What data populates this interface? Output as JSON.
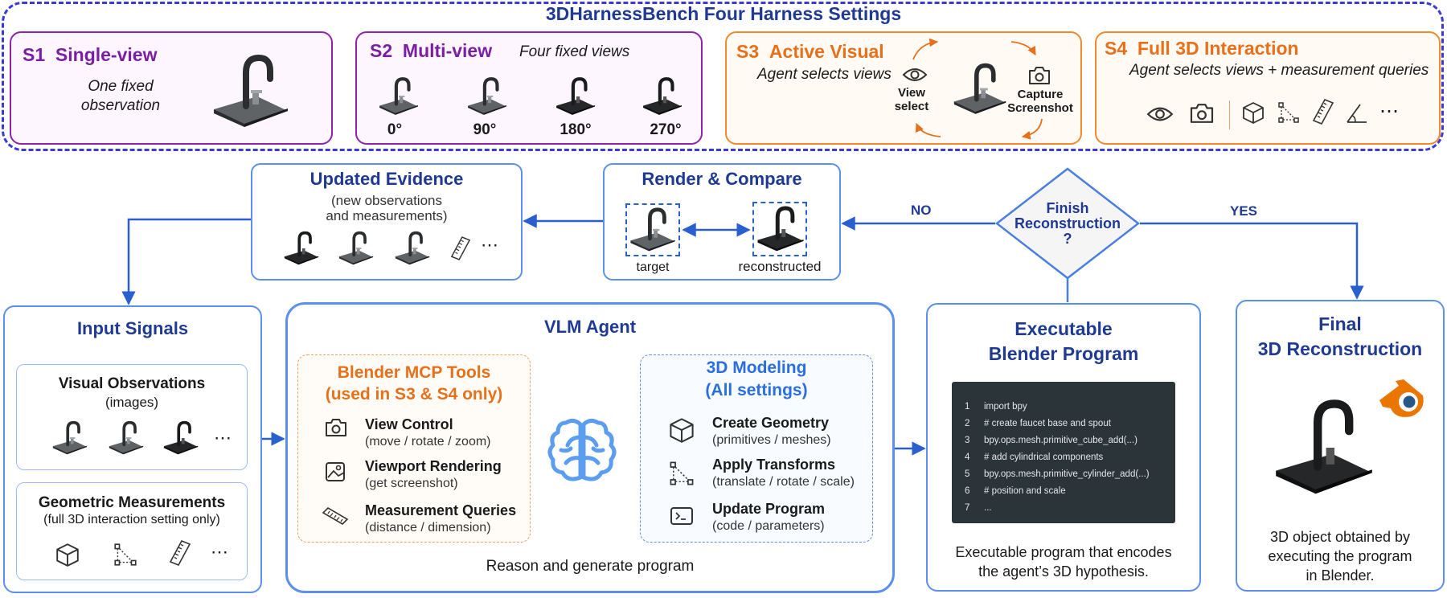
{
  "banner_title": "3DHarnessBench Four Harness Settings",
  "settings": {
    "s1": {
      "tag": "S1",
      "name": "Single-view",
      "desc_line1": "One fixed",
      "desc_line2": "observation"
    },
    "s2": {
      "tag": "S2",
      "name": "Multi-view",
      "desc": "Four fixed views",
      "angles": [
        "0°",
        "90°",
        "180°",
        "270°"
      ]
    },
    "s3": {
      "tag": "S3",
      "name": "Active Visual",
      "desc": "Agent selects views",
      "view_line1": "View",
      "view_line2": "select",
      "capture_line1": "Capture",
      "capture_line2": "Screenshot"
    },
    "s4": {
      "tag": "S4",
      "name": "Full 3D Interaction",
      "desc": "Agent selects views + measurement queries",
      "ellipsis": "⋯"
    }
  },
  "updated_evidence": {
    "title": "Updated Evidence",
    "sub_line1": "(new observations",
    "sub_line2": "and measurements)",
    "ellipsis": "⋯"
  },
  "render_compare": {
    "title": "Render & Compare",
    "target": "target",
    "reconstructed": "reconstructed"
  },
  "decision": {
    "line1": "Finish",
    "line2": "Reconstruction",
    "line3": "?",
    "no": "NO",
    "yes": "YES"
  },
  "input_signals": {
    "title": "Input Signals",
    "visual": {
      "title": "Visual Observations",
      "sub": "(images)",
      "ellipsis": "⋯"
    },
    "geometric": {
      "title": "Geometric Measurements",
      "sub": "(full 3D interaction setting only)",
      "ellipsis": "⋯"
    }
  },
  "vlm_agent": {
    "title": "VLM Agent",
    "footer": "Reason and generate program",
    "mcp": {
      "title_line1": "Blender MCP Tools",
      "title_line2": "(used in S3 & S4 only)",
      "items": [
        {
          "name": "View Control",
          "desc": "(move / rotate / zoom)"
        },
        {
          "name": "Viewport Rendering",
          "desc": "(get screenshot)"
        },
        {
          "name": "Measurement Queries",
          "desc": "(distance / dimension)"
        }
      ]
    },
    "modeling": {
      "title_line1": "3D Modeling",
      "title_line2": "(All settings)",
      "items": [
        {
          "name": "Create Geometry",
          "desc": "(primitives / meshes)"
        },
        {
          "name": "Apply Transforms",
          "desc": "(translate / rotate / scale)"
        },
        {
          "name": "Update Program",
          "desc": "(code / parameters)"
        }
      ]
    }
  },
  "program": {
    "title_line1": "Executable",
    "title_line2": "Blender Program",
    "code": [
      {
        "n": "1",
        "t": "import bpy"
      },
      {
        "n": "2",
        "t": "# create faucet base and spout"
      },
      {
        "n": "3",
        "t": "bpy.ops.mesh.primitive_cube_add(...)"
      },
      {
        "n": "4",
        "t": "# add cylindrical components"
      },
      {
        "n": "5",
        "t": "bpy.ops.mesh.primitive_cylinder_add(...)"
      },
      {
        "n": "6",
        "t": "# position and scale"
      },
      {
        "n": "7",
        "t": "..."
      }
    ],
    "caption_line1": "Executable program that encodes",
    "caption_line2": "the agent’s 3D hypothesis."
  },
  "final": {
    "title_line1": "Final",
    "title_line2": "3D Reconstruction",
    "caption_line1": "3D object obtained by",
    "caption_line2": "executing the program",
    "caption_line3": "in Blender."
  },
  "colors": {
    "navy": "#1f3a93",
    "blue": "#4a7fe0",
    "purple": "#7b1fa2",
    "orange": "#e8701a",
    "dashed_border": "#3a3ad8",
    "code_bg": "#2b3539"
  }
}
